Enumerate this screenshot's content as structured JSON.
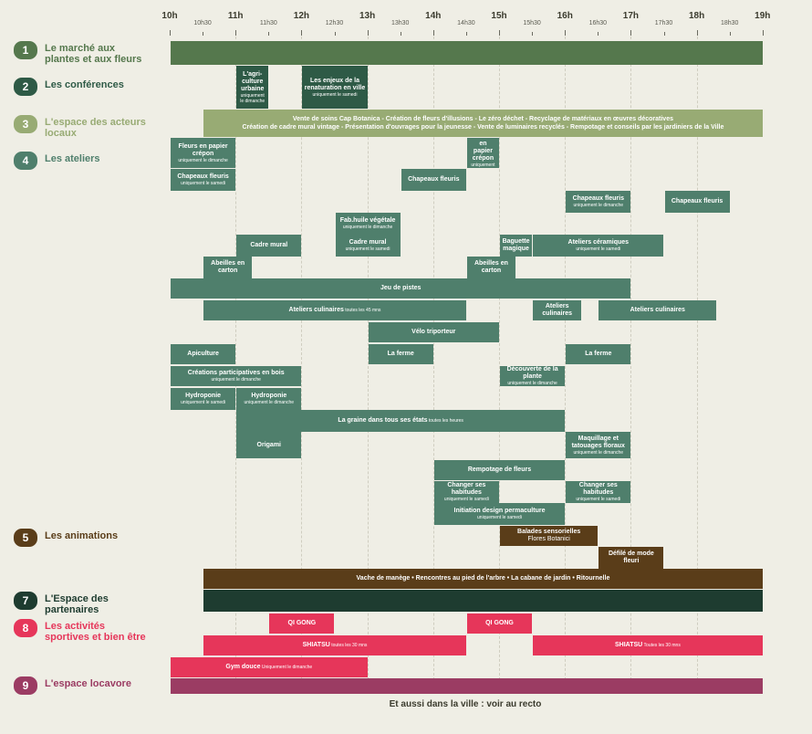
{
  "hours": [
    "10h",
    "11h",
    "12h",
    "13h",
    "14h",
    "15h",
    "16h",
    "17h",
    "18h",
    "19h"
  ],
  "halves": [
    "10h30",
    "11h30",
    "12h30",
    "13h30",
    "14h30",
    "15h30",
    "16h30",
    "17h30",
    "18h30"
  ],
  "categories": [
    {
      "num": "1",
      "label": "Le marché aux plantes et aux fleurs"
    },
    {
      "num": "2",
      "label": "Les conférences"
    },
    {
      "num": "3",
      "label": "L'espace des acteurs locaux"
    },
    {
      "num": "4",
      "label": "Les ateliers"
    },
    {
      "num": "5",
      "label": "Les animations"
    },
    {
      "num": "7",
      "label": "L'Espace des partenaires"
    },
    {
      "num": "8",
      "label": "Les activités sportives et bien être"
    },
    {
      "num": "9",
      "label": "L'espace locavore"
    }
  ],
  "colors": {
    "market": "#55784d",
    "conf": "#2e5a46",
    "acteurs": "#98ab74",
    "ateliers": "#4f7f6c",
    "anim": "#5a3d19",
    "partners": "#1e3c30",
    "sport": "#e6365a",
    "locavore": "#9b3c63"
  },
  "events": [
    {
      "title": "",
      "sub": "",
      "cat": "market"
    },
    {
      "title": "L'agri-culture urbaine",
      "sub": "uniquement le dimanche",
      "cat": "conf"
    },
    {
      "title": "Les enjeux de la renaturation en ville",
      "sub": "uniquement le samedi",
      "cat": "conf"
    },
    {
      "title": "Vente de soins Cap Botanica - Création de fleurs d'illusions - Le zéro déchet - Recyclage de matériaux en œuvres décoratives",
      "sub": "Création de cadre mural vintage - Présentation d'ouvrages pour la jeunesse - Vente de luminaires recyclés - Rempotage et conseils par les jardiniers de la Ville",
      "cat": "acteurs"
    },
    {
      "title": "Fleurs en papier crépon",
      "sub": "uniquement le dimanche",
      "cat": "ateliers"
    },
    {
      "title": "Fleurs en papier crépon",
      "sub": "uniquement le samedi",
      "cat": "ateliers"
    },
    {
      "title": "Chapeaux fleuris",
      "sub": "uniquement le samedi",
      "cat": "ateliers"
    },
    {
      "title": "Chapeaux fleuris",
      "sub": "",
      "cat": "ateliers"
    },
    {
      "title": "Chapeaux fleuris",
      "sub": "uniquement le dimanche",
      "cat": "ateliers"
    },
    {
      "title": "Chapeaux fleuris",
      "sub": "",
      "cat": "ateliers"
    },
    {
      "title": "Fab.huile végétale",
      "sub": "uniquement le dimanche",
      "cat": "ateliers"
    },
    {
      "title": "Cadre mural",
      "sub": "",
      "cat": "ateliers"
    },
    {
      "title": "Cadre mural",
      "sub": "uniquement le samedi",
      "cat": "ateliers"
    },
    {
      "title": "Baguette magique",
      "sub": "",
      "cat": "ateliers"
    },
    {
      "title": "Ateliers céramiques",
      "sub": "uniquement le samedi",
      "cat": "ateliers"
    },
    {
      "title": "Abeilles en carton",
      "sub": "",
      "cat": "ateliers"
    },
    {
      "title": "Abeilles en carton",
      "sub": "",
      "cat": "ateliers"
    },
    {
      "title": "Jeu de pistes",
      "sub": "",
      "cat": "ateliers"
    },
    {
      "title": "Ateliers culinaires",
      "sm": "toutes les 45 mns",
      "sub": "",
      "cat": "ateliers"
    },
    {
      "title": "Ateliers culinaires",
      "sub": "",
      "cat": "ateliers"
    },
    {
      "title": "Ateliers culinaires",
      "sub": "",
      "cat": "ateliers"
    },
    {
      "title": "Vélo triporteur",
      "sub": "",
      "cat": "ateliers"
    },
    {
      "title": "Apiculture",
      "sub": "",
      "cat": "ateliers"
    },
    {
      "title": "La ferme",
      "sub": "",
      "cat": "ateliers"
    },
    {
      "title": "La ferme",
      "sub": "",
      "cat": "ateliers"
    },
    {
      "title": "Créations participatives en bois",
      "sub": "uniquement le dimanche",
      "cat": "ateliers"
    },
    {
      "title": "Découverte de la plante",
      "sub": "uniquement le dimanche",
      "cat": "ateliers"
    },
    {
      "title": "Hydroponie",
      "sub": "uniquement le samedi",
      "cat": "ateliers"
    },
    {
      "title": "Hydroponie",
      "sub": "uniquement le dimanche",
      "cat": "ateliers"
    },
    {
      "title": "La graine dans tous ses états",
      "sm": "toutes les heures",
      "sub": "",
      "cat": "ateliers"
    },
    {
      "title": "Origami",
      "sub": "",
      "cat": "ateliers"
    },
    {
      "title": "Maquillage et tatouages floraux",
      "sub": "uniquement le dimanche",
      "cat": "ateliers"
    },
    {
      "title": "Rempotage de fleurs",
      "sub": "",
      "cat": "ateliers"
    },
    {
      "title": "Changer ses habitudes",
      "sub": "uniquement le samedi",
      "cat": "ateliers"
    },
    {
      "title": "Changer ses habitudes",
      "sub": "uniquement le samedi",
      "cat": "ateliers"
    },
    {
      "title": "Initiation design permaculture",
      "sub": "uniquement le samedi",
      "cat": "ateliers"
    },
    {
      "title": "Balades sensorielles",
      "sub": "Flores Botanici",
      "cat": "anim"
    },
    {
      "title": "Défilé de mode fleuri",
      "sub": "",
      "cat": "anim"
    },
    {
      "title": "Vache de manège • Rencontres au pied de l'arbre • La cabane de jardin • Ritournelle",
      "sub": "",
      "cat": "anim"
    },
    {
      "title": "",
      "sub": "",
      "cat": "partners"
    },
    {
      "title": "QI GONG",
      "sub": "",
      "cat": "sport"
    },
    {
      "title": "QI GONG",
      "sub": "",
      "cat": "sport"
    },
    {
      "title": "SHIATSU",
      "sm": "toutes les 30 mns",
      "sub": "",
      "cat": "sport"
    },
    {
      "title": "SHIATSU",
      "sm": "Toutes les 30 mns",
      "sub": "",
      "cat": "sport"
    },
    {
      "title": "Gym douce",
      "sm": "Uniquement le dimanche",
      "sub": "",
      "cat": "sport"
    },
    {
      "title": "",
      "sub": "",
      "cat": "locavore"
    }
  ],
  "footer": "Et aussi dans la ville : voir au recto"
}
